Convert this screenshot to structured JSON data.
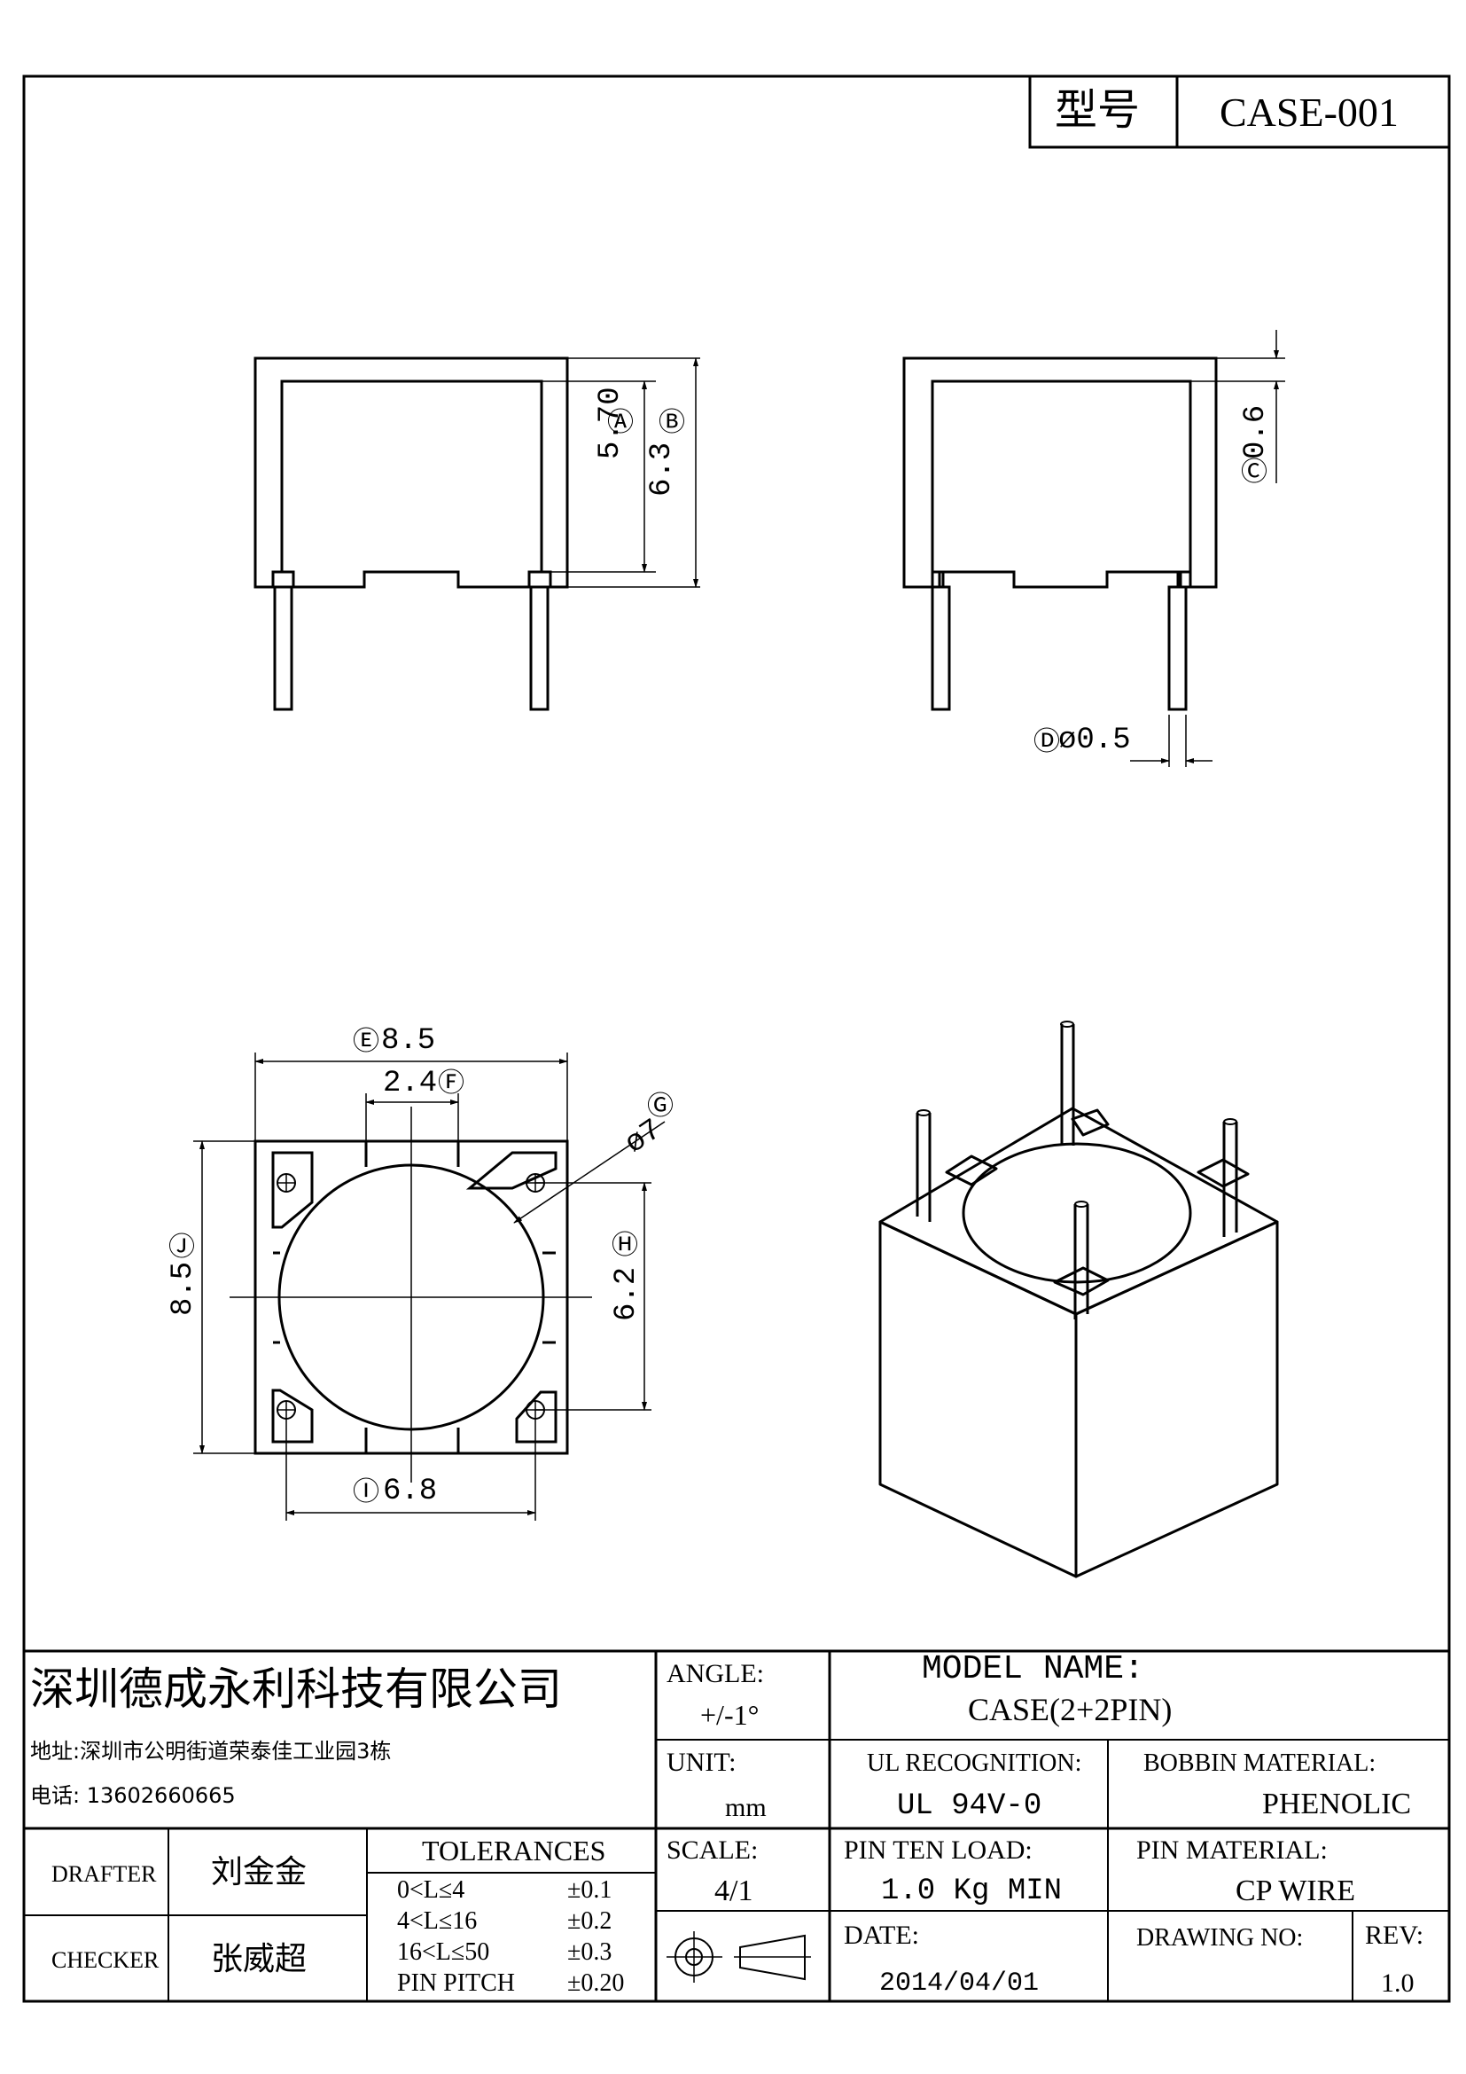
{
  "header": {
    "model_label": "型号",
    "model_value": "CASE-001"
  },
  "dimensions": {
    "a": {
      "marker": "Ⓐ",
      "value": "5.70"
    },
    "b": {
      "marker": "Ⓑ",
      "value": "6.3"
    },
    "c": {
      "marker": "Ⓒ",
      "value": "0.6"
    },
    "d": {
      "marker": "Ⓓ",
      "value": "ø0.5"
    },
    "e": {
      "marker": "Ⓔ",
      "value": "8.5"
    },
    "f": {
      "marker": "Ⓕ",
      "value": "2.4"
    },
    "g": {
      "marker": "Ⓖ",
      "value": "ø7"
    },
    "h": {
      "marker": "Ⓗ",
      "value": "6.2"
    },
    "i": {
      "marker": "Ⓘ",
      "value": "6.8"
    },
    "j": {
      "marker": "Ⓙ",
      "value": "8.5"
    }
  },
  "title_block": {
    "company": "深圳德成永利科技有限公司",
    "address": "地址:深圳市公明街道荣泰佳工业园3栋",
    "phone": "电话: 13602660665",
    "angle_label": "ANGLE:",
    "angle_value": "+/-1°",
    "model_name_label": "MODEL NAME:",
    "model_name_value": "CASE(2+2PIN)",
    "unit_label": "UNIT:",
    "unit_value": "mm",
    "ul_label": "UL RECOGNITION:",
    "ul_value": "UL 94V-0",
    "bobbin_label": "BOBBIN MATERIAL:",
    "bobbin_value": "PHENOLIC",
    "drafter_label": "DRAFTER",
    "drafter_name": "刘金金",
    "checker_label": "CHECKER",
    "checker_name": "张威超",
    "tolerances_label": "TOLERANCES",
    "tolerances": [
      {
        "range": "0<L≤4",
        "value": "±0.1"
      },
      {
        "range": "4<L≤16",
        "value": "±0.2"
      },
      {
        "range": "16<L≤50",
        "value": "±0.3"
      },
      {
        "range": "PIN PITCH",
        "value": "±0.20"
      }
    ],
    "scale_label": "SCALE:",
    "scale_value": "4/1",
    "pin_load_label": "PIN TEN LOAD:",
    "pin_load_value": "1.0 Kg MIN",
    "pin_material_label": "PIN MATERIAL:",
    "pin_material_value": "CP WIRE",
    "date_label": "DATE:",
    "date_value": "2014/04/01",
    "drawing_no_label": "DRAWING NO:",
    "rev_label": "REV:",
    "rev_value": "1.0"
  }
}
